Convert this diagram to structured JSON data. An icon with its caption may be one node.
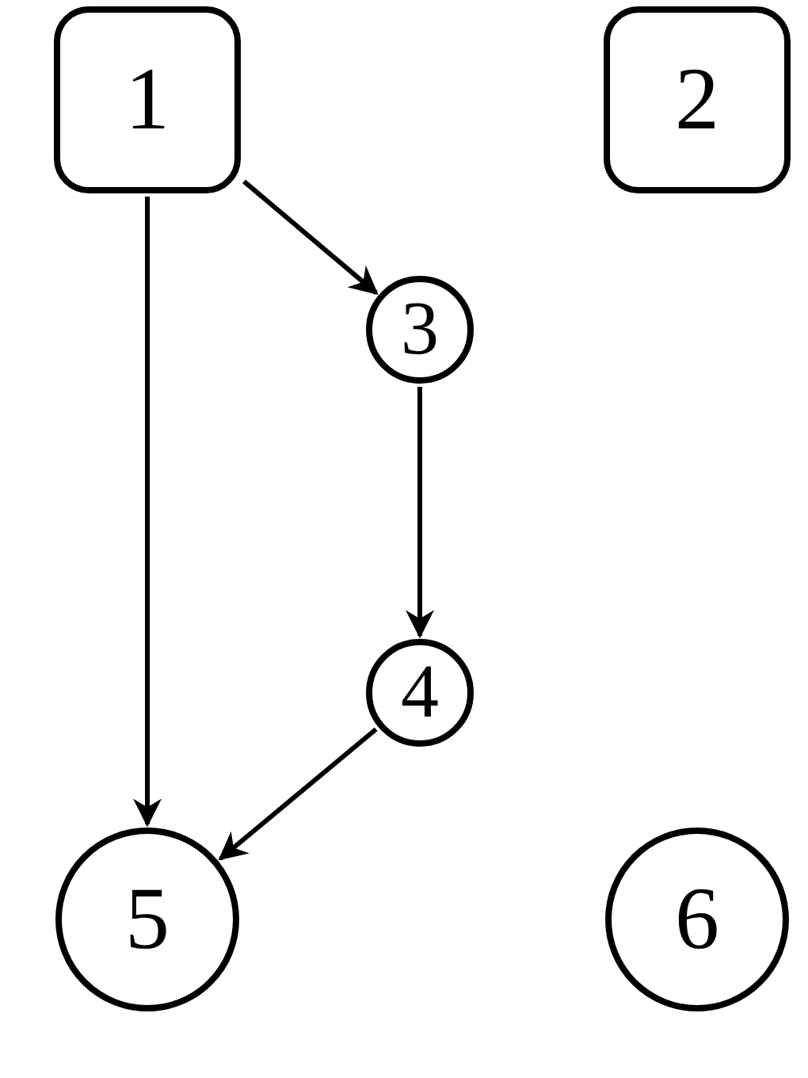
{
  "diagram": {
    "nodes": [
      {
        "text": [
          "1"
        ]
      },
      {
        "text": [
          "2"
        ]
      },
      {
        "text": [
          "3"
        ]
      },
      {
        "text": [
          "4"
        ]
      },
      {
        "text": [
          "5"
        ]
      },
      {
        "text": [
          "6"
        ]
      }
    ],
    "edges": [
      {
        "from": 0,
        "to": 2,
        "arrow": "to"
      },
      {
        "from": 0,
        "to": 4,
        "arrow": "to"
      },
      {
        "from": 2,
        "to": 3,
        "arrow": "to"
      },
      {
        "from": 3,
        "to": 4,
        "arrow": "to"
      }
    ]
  }
}
